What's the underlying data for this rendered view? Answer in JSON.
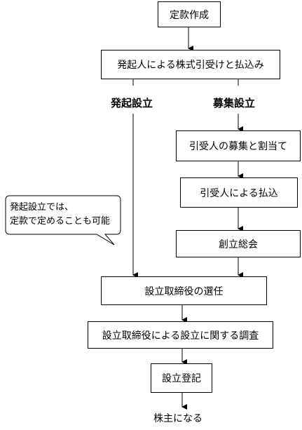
{
  "nodes": {
    "teikan": "定款作成",
    "hikiuke": "発起人による株式引受けと払込み",
    "boshu_wariate": "引受人の募集と割当て",
    "harai": "引受人による払込",
    "soritsu_sokai": "創立総会",
    "senin": "設立取締役の選任",
    "chosa": "設立取締役による設立に関する調査",
    "toki": "設立登記",
    "kabunushi": "株主になる"
  },
  "branches": {
    "hokki": "発起設立",
    "boshu": "募集設立"
  },
  "note": {
    "line1": "発起設立では、",
    "line2": "定款で定めることも可能"
  }
}
